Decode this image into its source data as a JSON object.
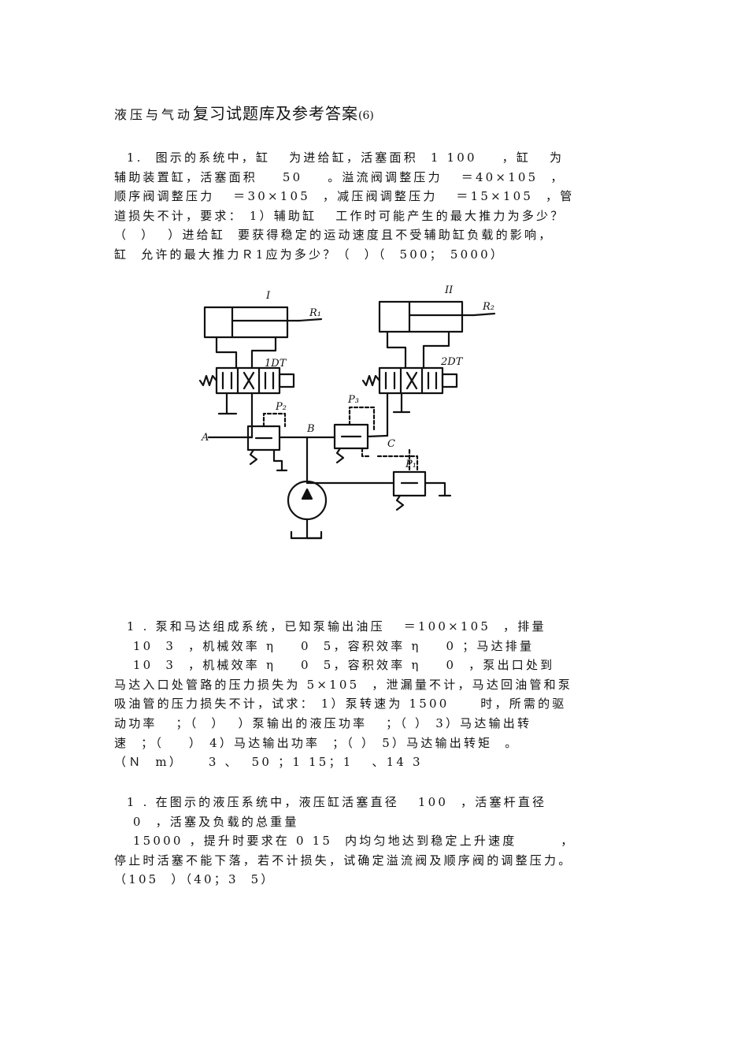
{
  "header": {
    "title_prefix": "液压与气动",
    "title_main": "复习试题库及参考答案",
    "title_suffix": "(6)"
  },
  "question1": {
    "lines": [
      "  1.  图示的系统中，缸   为进给缸，活塞面积  1 100    ，缸   为",
      "辅助装置缸，活塞面积    50    。溢流阀调整压力   ＝40×105  ，",
      "顺序阀调整压力   ＝30×105  ，减压阀调整压力   ＝15×105  ，管",
      "道损失不计，要求： 1）辅助缸   工作时可能产生的最大推力为多少？",
      "（  ）  ）进给缸  要获得稳定的运动速度且不受辅助缸负载的影响，",
      "缸  允许的最大推力Ｒ1应为多少？（  ）（  500； 5000）"
    ]
  },
  "diagram": {
    "labels": {
      "cyl1": "I",
      "cyl2": "II",
      "r1": "R₁",
      "r2": "R₂",
      "sol1": "1DT",
      "sol2": "2DT",
      "p1": "P₁",
      "p2": "P₂",
      "p3": "P₃",
      "a": "A",
      "b": "B",
      "c": "C"
    }
  },
  "question2": {
    "lines": [
      "  1 . 泵和马达组成系统，已知泵输出油压   ＝100×105  ，排量",
      "   10  3  ，机械效率 η    0  5，容积效率 η    0 ；马达排量",
      "   10  3  ，机械效率 η    0  5，容积效率 η    0  ，泵出口处到",
      "马达入口处管路的压力损失为 5×105  ，泄漏量不计，马达回油管和泵",
      "吸油管的压力损失不计，试求： 1）泵转速为 1500     时，所需的驱",
      "动功率   ；（  ）  ）泵输出的液压功率   ；（ ） 3）马达输出转",
      "速  ；（    ） 4）马达输出功率  ；（ ） 5）马达输出转矩  。",
      "（Ｎ  m）    3 、  50 ；1 15；1   、14 3"
    ]
  },
  "question3": {
    "lines": [
      "  1 . 在图示的液压系统中，液压缸活塞直径   100  ，活塞杆直径",
      "   0  ，活塞及负载的总重量",
      "   15000 ，提升时要求在 0 15  内均匀地达到稳定上升速度       ，",
      "停止时活塞不能下落，若不计损失，试确定溢流阀及顺序阀的调整压力。",
      "（105  ）（40；3  5）"
    ]
  }
}
